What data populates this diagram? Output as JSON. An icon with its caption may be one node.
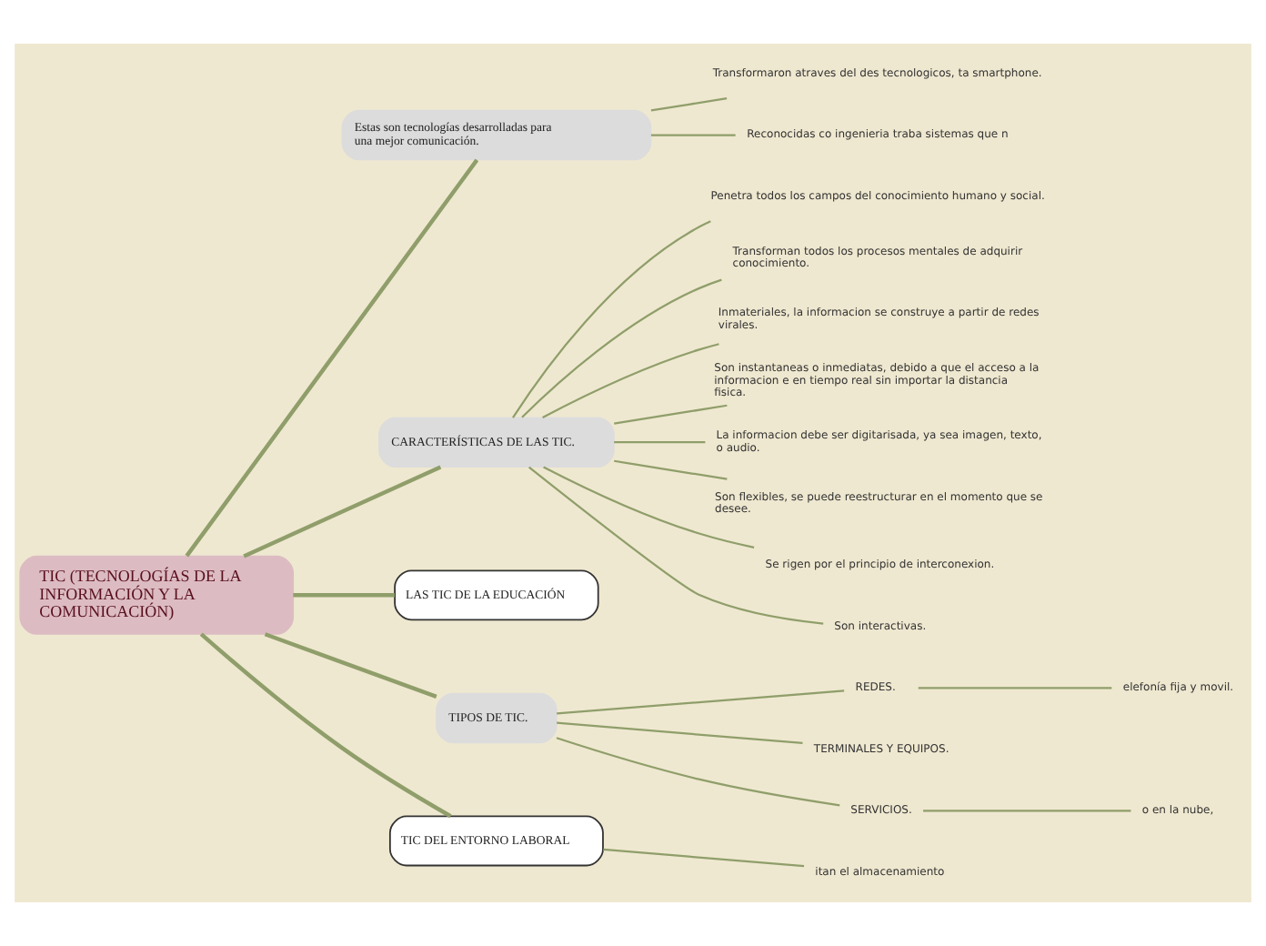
{
  "diagram": {
    "nodes": [
      {
        "text": [
          "TIC (TECNOLOGÍAS DE LA INFORMACIÓN Y LA COMUNICACIÓN)"
        ]
      },
      {
        "text": [
          "Estas son tecnologías desarrolladas para una mejor comunicación."
        ]
      },
      {
        "text": [
          "Transformaron atraves del des tecnologicos, ta smartphone."
        ]
      },
      {
        "text": [
          "Reconocidas co ingenieria traba sistemas que n"
        ]
      },
      {
        "text": [
          "CARACTERÍSTICAS DE LAS TIC."
        ]
      },
      {
        "text": [
          "Penetra todos los campos del conocimiento humano y social."
        ]
      },
      {
        "text": [
          "Transforman todos los procesos mentales de adquirir conocimiento."
        ]
      },
      {
        "text": [
          "Inmateriales, la informacion se construye a partir de redes virales."
        ]
      },
      {
        "text": [
          "Son instantaneas o inmediatas, debido a que el acceso a la informacion e en tiempo real sin importar la distancia fisica."
        ]
      },
      {
        "text": [
          "La informacion debe ser digitarisada, ya sea imagen, texto, o audio."
        ]
      },
      {
        "text": [
          "Son flexibles, se puede reestructurar en el momento que se desee."
        ]
      },
      {
        "text": [
          "Se rigen por el principio de interconexion."
        ]
      },
      {
        "text": [
          "Son interactivas."
        ]
      },
      {
        "text": [
          "LAS TIC DE LA EDUCACIÓN"
        ]
      },
      {
        "text": [
          "TIPOS DE TIC."
        ]
      },
      {
        "text": [
          "REDES."
        ]
      },
      {
        "text": [
          "TERMINALES Y EQUIPOS."
        ]
      },
      {
        "text": [
          "SERVICIOS."
        ]
      },
      {
        "text": [
          "elefonía fija y movil."
        ]
      },
      {
        "text": [
          "o en la nube,"
        ]
      },
      {
        "text": [
          "TIC DEL ENTORNO LABORAL"
        ]
      },
      {
        "text": [
          "itan el almacenamiento"
        ]
      }
    ],
    "edges": [
      {
        "from": 0,
        "to": 1,
        "arrow": "none"
      },
      {
        "from": 1,
        "to": 2,
        "arrow": "none"
      },
      {
        "from": 1,
        "to": 3,
        "arrow": "none"
      },
      {
        "from": 0,
        "to": 4,
        "arrow": "none"
      },
      {
        "from": 4,
        "to": 5,
        "arrow": "none"
      },
      {
        "from": 4,
        "to": 6,
        "arrow": "none"
      },
      {
        "from": 4,
        "to": 7,
        "arrow": "none"
      },
      {
        "from": 4,
        "to": 8,
        "arrow": "none"
      },
      {
        "from": 4,
        "to": 9,
        "arrow": "none"
      },
      {
        "from": 4,
        "to": 10,
        "arrow": "none"
      },
      {
        "from": 4,
        "to": 11,
        "arrow": "none"
      },
      {
        "from": 4,
        "to": 12,
        "arrow": "none"
      },
      {
        "from": 0,
        "to": 13,
        "arrow": "none"
      },
      {
        "from": 0,
        "to": 14,
        "arrow": "none"
      },
      {
        "from": 14,
        "to": 15,
        "arrow": "none"
      },
      {
        "from": 14,
        "to": 16,
        "arrow": "none"
      },
      {
        "from": 14,
        "to": 17,
        "arrow": "none"
      },
      {
        "from": 15,
        "to": 18,
        "arrow": "none"
      },
      {
        "from": 17,
        "to": 19,
        "arrow": "none"
      },
      {
        "from": 0,
        "to": 20,
        "arrow": "none"
      },
      {
        "from": 20,
        "to": 21,
        "arrow": "none"
      }
    ]
  }
}
